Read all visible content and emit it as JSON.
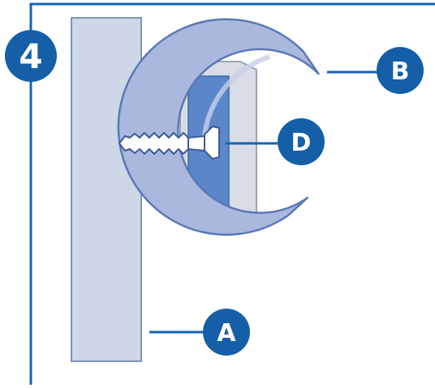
{
  "step": {
    "number": "4"
  },
  "callouts": {
    "a": {
      "letter": "A"
    },
    "b": {
      "letter": "B"
    },
    "d": {
      "letter": "D"
    }
  },
  "colors": {
    "frame": "#1464b4",
    "badge": "#155fa8",
    "badge_text": "#ffffff",
    "wall_fill": "#cdd7e6",
    "wall_stroke": "#7e96bc",
    "clip_fill": "#aab8de",
    "clip_stroke": "#5a78b6",
    "base_fill": "#d7dce6",
    "base_stroke": "#9aa4b8",
    "base_inner": "#5b86c9",
    "screw_fill": "#ffffff",
    "screw_stroke": "#3a5a9a",
    "leader": "#1464b4"
  },
  "icons": {
    "wall": "wall-panel-icon",
    "clip": "pipe-clip-icon",
    "screw": "screw-icon"
  }
}
